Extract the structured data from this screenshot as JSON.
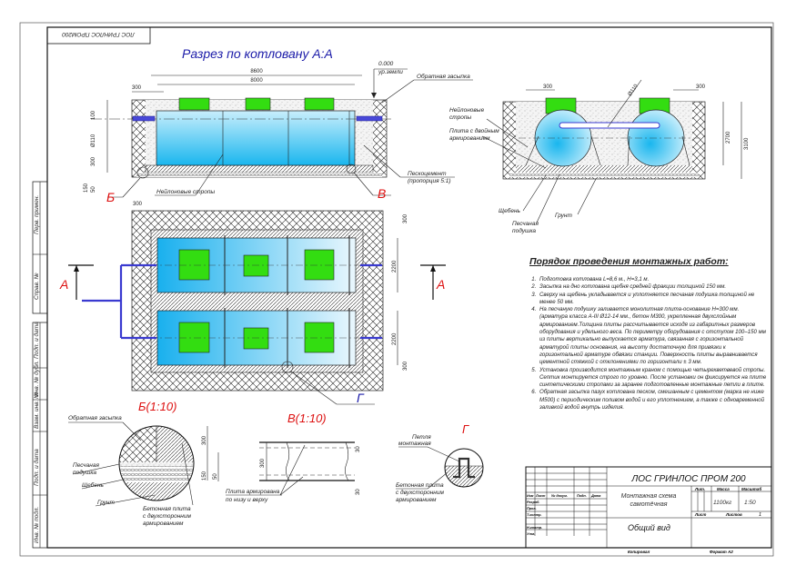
{
  "sheet": {
    "corner_stamp": "ЛОС ГРИНЛОС ПРОМ200",
    "binding_labels": [
      "Перв. примен.",
      "Справ. №",
      "Подп. и дата",
      "Инв. № дубл.",
      "Взам. инв. №",
      "Подп. и дата",
      "Инв. № подл."
    ]
  },
  "section_aa": {
    "title": "Разрез по котловану А:А",
    "dims": {
      "total": "8600",
      "inner": "8000",
      "left_300": "300",
      "bottom_300": "300",
      "d100": "100",
      "d110": "Ø110",
      "d300v": "300",
      "d150": "150",
      "d50": "50"
    },
    "level": "0.000",
    "level_label": "ур.земли",
    "labels": {
      "backfill": "Обратная засыпка",
      "straps": "Нейлоновые стропы",
      "sandcement": "Пескоцемент",
      "sandcement_ratio": "(пропорция 5:1)"
    },
    "callouts": {
      "b": "Б",
      "v": "В"
    }
  },
  "cross_section": {
    "dims": {
      "left_300": "300",
      "right_300": "300",
      "pipe": "Ø110",
      "h2700": "2700",
      "h3100": "3100"
    },
    "labels": {
      "straps_1": "Нейлоновые",
      "straps_2": "стропы",
      "slab_1": "Плита с двойным",
      "slab_2": "армированием",
      "gravel": "Щебень",
      "sand_1": "Песчаная",
      "sand_2": "подушка",
      "soil": "Грунт"
    }
  },
  "plan": {
    "section_mark": "А",
    "dims": {
      "top_300": "300",
      "w2200a": "2200",
      "w2200b": "2200",
      "bot_300": "300",
      "left_300": "300"
    },
    "callout": "Г"
  },
  "detail_b": {
    "title": "Б(1:10)",
    "labels": {
      "backfill": "Обратная засыпка",
      "sand_1": "Песчаная",
      "sand_2": "подушка",
      "gravel": "Щебень",
      "soil": "Грунт",
      "slab_1": "Бетонная плита",
      "slab_2": "с двухсторонним",
      "slab_3": "армированием"
    },
    "dims": {
      "d300": "300",
      "d150": "150",
      "d50": "50"
    }
  },
  "detail_v": {
    "title": "В(1:10)",
    "labels": {
      "rebar_1": "Плита армирована",
      "rebar_2": "по низу и верху"
    },
    "dims": {
      "d300": "300",
      "d30a": "30",
      "d30b": "30"
    }
  },
  "detail_g": {
    "title": "Г",
    "labels": {
      "loop_1": "Петля",
      "loop_2": "монтажная",
      "slab_1": "Бетонная плита",
      "slab_2": "с двухсторонним",
      "slab_3": "армированием"
    }
  },
  "notes": {
    "title": "Порядок проведения монтажных работ:",
    "items": [
      "Подготовка котлована L=8,6 м., H=3,1 м.",
      "Засыпка на дно котлована щебня средней фракции толщиной 150 мм.",
      "Сверху на щебень укладывается и уплотняется песчаная подушка толщиной не менее 50 мм.",
      "На песчаную подушку заливается монолитная плита-основание H=300 мм. (арматура класса А-III Ø12-14 мм., бетон М300, укрепленная двухслойным армированием.Толщина плиты рассчитывается исходя из габаритных размеров оборудования и удельного веса. По периметру оборудования с отступом 100–150 мм из плиты вертикально выпускается арматура, связанная с горизонтальной арматурой плиты основания, на высоту достаточную для привязки к горизонтальной арматуре обвязки станции. Поверхность плиты выравнивается цементной стяжкой с отклонениями по горизонтали ± 3 мм.",
      "Установка производится монтажным краном с помощью четырехветвевой стропы. Септик монтируется строго по уровню. После установки он фиксируется на плите синтетическими стропами за заранее подготовленные монтажные петли в плите.",
      "Обратная засыпка пазух котлована песком, смешанным с цементом (марка не ниже М500) с периодическим поливом водой и его уплотнением, а также с одновременной заливкой водой внутрь изделия."
    ]
  },
  "title_block": {
    "product": "ЛОС ГРИНЛОС ПРОМ 200",
    "doc_1": "Монтажная схема",
    "doc_2": "самотёчная",
    "sheet_name": "Общий вид",
    "col_lit": "Лит.",
    "col_mass": "Масса",
    "col_scale": "Масштаб",
    "mass": "1100кг",
    "scale": "1:50",
    "sheet_label": "Лист",
    "sheets_label": "Листов",
    "sheets": "1",
    "rows": [
      "Изм",
      "Лист",
      "№ докум.",
      "Подп.",
      "Дата"
    ],
    "roles": [
      "Разраб.",
      "Пров.",
      "Т.контр.",
      "Н.контр.",
      "Утв."
    ],
    "copied": "Копировал",
    "format": "Формат А2"
  },
  "colors": {
    "water": "#19b6ee",
    "hatch_green": "#33dd11",
    "pipe": "#3a3ad0",
    "callout_red": "#d11111",
    "callout_blue": "#1a1aa8"
  }
}
